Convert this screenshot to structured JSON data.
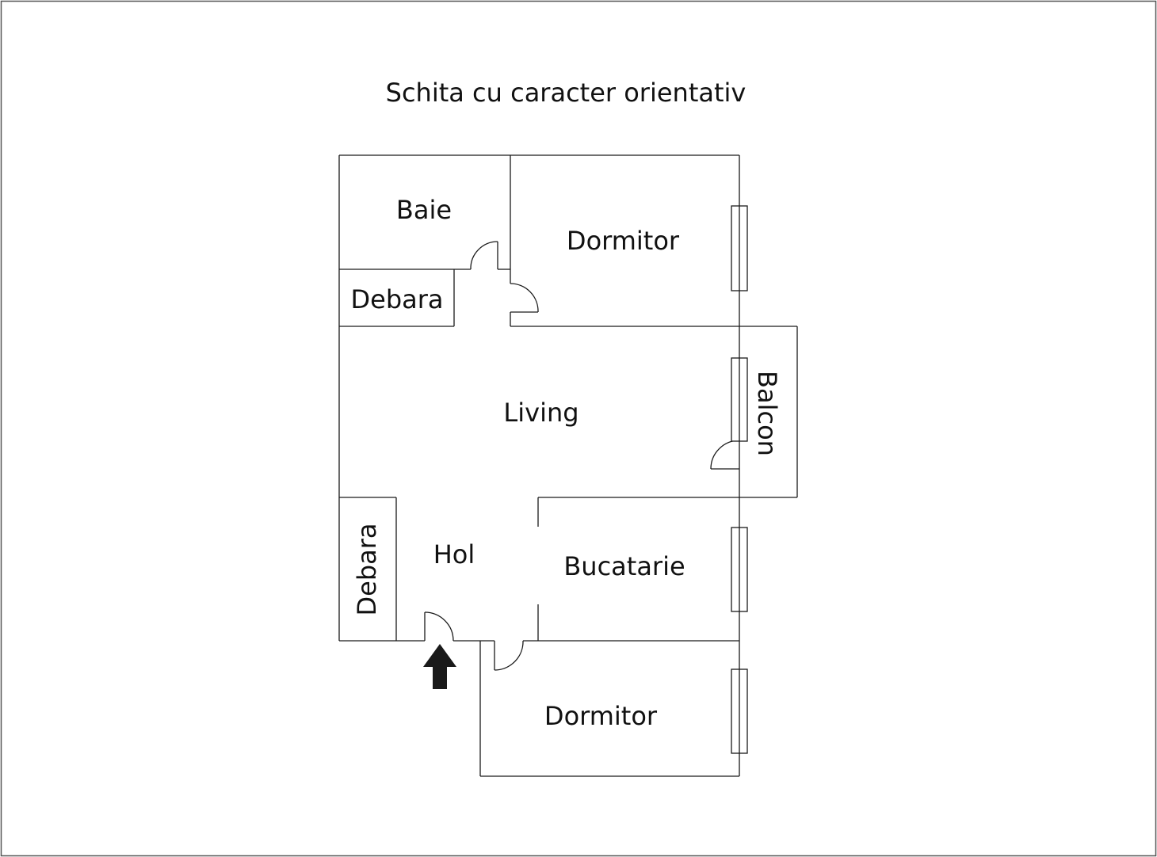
{
  "title": "Schita cu caracter orientativ",
  "rooms": {
    "baie": "Baie",
    "dormitor_top": "Dormitor",
    "debara_top": "Debara",
    "living": "Living",
    "balcon": "Balcon",
    "debara_left": "Debara",
    "hol": "Hol",
    "bucatarie": "Bucatarie",
    "dormitor_bottom": "Dormitor"
  },
  "colors": {
    "line": "#1a1a1a",
    "arrow": "#1a1a1a",
    "background": "#ffffff"
  },
  "icons": {
    "entrance": "entrance-arrow-icon"
  }
}
